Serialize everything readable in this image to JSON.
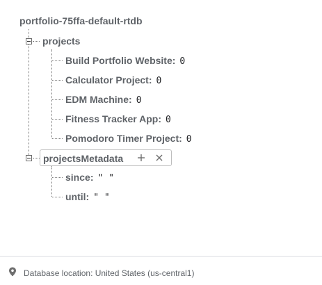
{
  "tree": {
    "root": "portfolio-75ffa-default-rtdb",
    "projects": {
      "label": "projects",
      "items": [
        {
          "key": "Build Portfolio Website",
          "value": "0"
        },
        {
          "key": "Calculator Project",
          "value": "0"
        },
        {
          "key": "EDM Machine",
          "value": "0"
        },
        {
          "key": "Fitness Tracker App",
          "value": "0"
        },
        {
          "key": "Pomodoro Timer Project",
          "value": "0"
        }
      ]
    },
    "projectsMetadata": {
      "label": "projectsMetadata",
      "add_icon": "plus-icon",
      "remove_icon": "close-icon",
      "items": [
        {
          "key": "since",
          "value": "\" \""
        },
        {
          "key": "until",
          "value": "\" \""
        }
      ]
    }
  },
  "footer": {
    "icon": "location-pin-icon",
    "location_text": "Database location: United States (us-central1)"
  },
  "colors": {
    "text": "#5f6368",
    "value": "#202124",
    "border": "#bdbdbd",
    "divider": "#dadce0"
  }
}
